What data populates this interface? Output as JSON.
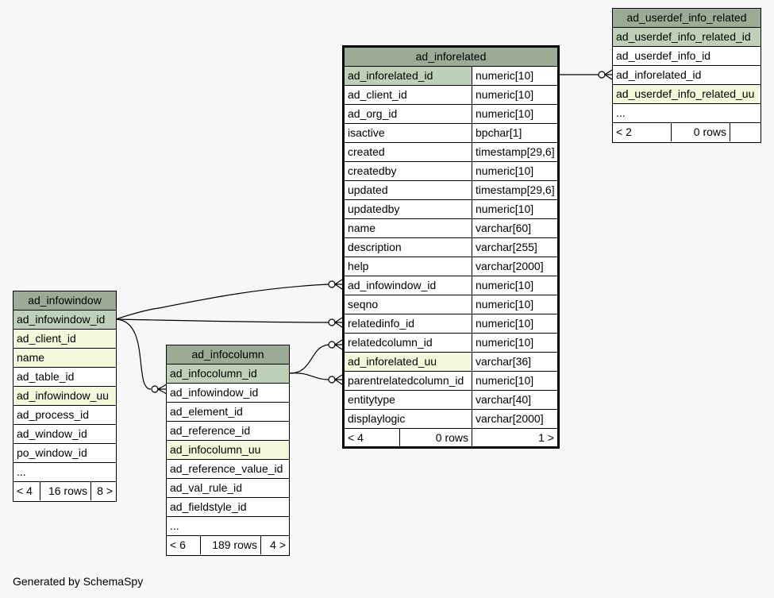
{
  "footer": "Generated by SchemaSpy",
  "tables": {
    "ad_inforelated": {
      "name": "ad_inforelated",
      "columns": [
        {
          "name": "ad_inforelated_id",
          "type": "numeric[10]",
          "kind": "pk"
        },
        {
          "name": "ad_client_id",
          "type": "numeric[10]",
          "kind": ""
        },
        {
          "name": "ad_org_id",
          "type": "numeric[10]",
          "kind": ""
        },
        {
          "name": "isactive",
          "type": "bpchar[1]",
          "kind": ""
        },
        {
          "name": "created",
          "type": "timestamp[29,6]",
          "kind": ""
        },
        {
          "name": "createdby",
          "type": "numeric[10]",
          "kind": ""
        },
        {
          "name": "updated",
          "type": "timestamp[29,6]",
          "kind": ""
        },
        {
          "name": "updatedby",
          "type": "numeric[10]",
          "kind": ""
        },
        {
          "name": "name",
          "type": "varchar[60]",
          "kind": ""
        },
        {
          "name": "description",
          "type": "varchar[255]",
          "kind": ""
        },
        {
          "name": "help",
          "type": "varchar[2000]",
          "kind": ""
        },
        {
          "name": "ad_infowindow_id",
          "type": "numeric[10]",
          "kind": ""
        },
        {
          "name": "seqno",
          "type": "numeric[10]",
          "kind": ""
        },
        {
          "name": "relatedinfo_id",
          "type": "numeric[10]",
          "kind": ""
        },
        {
          "name": "relatedcolumn_id",
          "type": "numeric[10]",
          "kind": ""
        },
        {
          "name": "ad_inforelated_uu",
          "type": "varchar[36]",
          "kind": "uu"
        },
        {
          "name": "parentrelatedcolumn_id",
          "type": "numeric[10]",
          "kind": ""
        },
        {
          "name": "entitytype",
          "type": "varchar[40]",
          "kind": ""
        },
        {
          "name": "displaylogic",
          "type": "varchar[2000]",
          "kind": ""
        }
      ],
      "footer": {
        "left": "< 4",
        "mid": "0 rows",
        "right": "1 >"
      }
    },
    "ad_userdef_info_related": {
      "name": "ad_userdef_info_related",
      "columns": [
        {
          "name": "ad_userdef_info_related_id",
          "kind": "pk"
        },
        {
          "name": "ad_userdef_info_id",
          "kind": ""
        },
        {
          "name": "ad_inforelated_id",
          "kind": ""
        },
        {
          "name": "ad_userdef_info_related_uu",
          "kind": "uu"
        },
        {
          "name": "...",
          "kind": ""
        }
      ],
      "footer": {
        "left": "< 2",
        "mid": "0 rows",
        "right": ""
      }
    },
    "ad_infowindow": {
      "name": "ad_infowindow",
      "columns": [
        {
          "name": "ad_infowindow_id",
          "kind": "pk"
        },
        {
          "name": "ad_client_id",
          "kind": "uu"
        },
        {
          "name": "name",
          "kind": "uu"
        },
        {
          "name": "ad_table_id",
          "kind": ""
        },
        {
          "name": "ad_infowindow_uu",
          "kind": "uu"
        },
        {
          "name": "ad_process_id",
          "kind": ""
        },
        {
          "name": "ad_window_id",
          "kind": ""
        },
        {
          "name": "po_window_id",
          "kind": ""
        },
        {
          "name": "...",
          "kind": ""
        }
      ],
      "footer": {
        "left": "< 4",
        "mid": "16 rows",
        "right": "8 >"
      }
    },
    "ad_infocolumn": {
      "name": "ad_infocolumn",
      "columns": [
        {
          "name": "ad_infocolumn_id",
          "kind": "pk"
        },
        {
          "name": "ad_infowindow_id",
          "kind": ""
        },
        {
          "name": "ad_element_id",
          "kind": ""
        },
        {
          "name": "ad_reference_id",
          "kind": ""
        },
        {
          "name": "ad_infocolumn_uu",
          "kind": "uu"
        },
        {
          "name": "ad_reference_value_id",
          "kind": ""
        },
        {
          "name": "ad_val_rule_id",
          "kind": ""
        },
        {
          "name": "ad_fieldstyle_id",
          "kind": ""
        },
        {
          "name": "...",
          "kind": ""
        }
      ],
      "footer": {
        "left": "< 6",
        "mid": "189 rows",
        "right": "4 >"
      }
    }
  }
}
